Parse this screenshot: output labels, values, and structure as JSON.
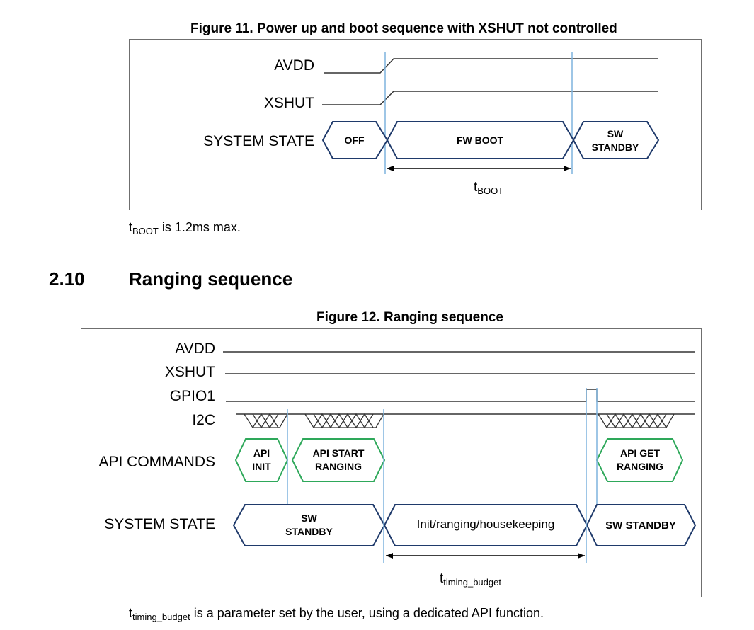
{
  "figure11": {
    "title": "Figure 11. Power up and boot sequence with XSHUT not controlled",
    "signals": {
      "avdd": "AVDD",
      "xshut": "XSHUT",
      "system_state": "SYSTEM STATE"
    },
    "states": {
      "off": "OFF",
      "fw_boot": "FW BOOT",
      "sw_standby": "SW\nSTANDBY"
    },
    "tboot_main": "t",
    "tboot_sub": "BOOT"
  },
  "note11": {
    "sym": "t",
    "sub": "BOOT",
    "text": " is 1.2ms max."
  },
  "section": {
    "number": "2.10",
    "title": "Ranging sequence"
  },
  "figure12": {
    "title": "Figure 12. Ranging sequence",
    "signals": {
      "avdd": "AVDD",
      "xshut": "XSHUT",
      "gpio1": "GPIO1",
      "i2c": "I2C",
      "api_commands": "API COMMANDS",
      "system_state": "SYSTEM STATE"
    },
    "api": {
      "init": "API\nINIT",
      "start": "API START\nRANGING",
      "get": "API GET\nRANGING"
    },
    "states": {
      "sw_standby_1": "SW\nSTANDBY",
      "init_ranging": "Init/ranging/housekeeping",
      "sw_standby_2": "SW STANDBY"
    },
    "ttb_main": "t",
    "ttb_sub": "timing_budget"
  },
  "note12": {
    "sym": "t",
    "sub": "timing_budget",
    "text": " is a parameter set by the user, using a dedicated API function."
  },
  "colors": {
    "state_border": "#1f3a6b",
    "api_border": "#2ea85a",
    "marker": "#7fb4dd",
    "line": "#333333",
    "frame": "#6f6f6f"
  }
}
